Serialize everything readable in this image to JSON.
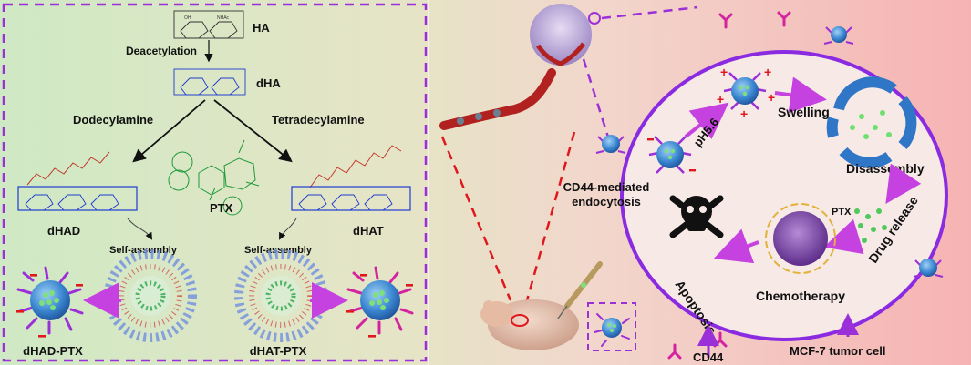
{
  "left_panel": {
    "molecules": {
      "ha": "HA",
      "dha": "dHA",
      "dhad": "dHAD",
      "dhat": "dHAT",
      "ptx": "PTX"
    },
    "steps": {
      "deacetylation": "Deacetylation",
      "dodecylamine": "Dodecylamine",
      "tetradecylamine": "Tetradecylamine",
      "self_assembly_left": "Self-assembly",
      "self_assembly_right": "Self-assembly"
    },
    "products": {
      "dhad_ptx": "dHAD-PTX",
      "dhat_ptx": "dHAT-PTX"
    }
  },
  "right_panel": {
    "ph": "pH5.6",
    "swelling": "Swelling",
    "disassembly": "Disassembly",
    "ptx": "PTX",
    "drug_release": "Drug release",
    "chemotherapy": "Chemotherapy",
    "apoptosis": "Apoptosis",
    "endocytosis_line1": "CD44-mediated",
    "endocytosis_line2": "endocytosis",
    "cd44": "CD44",
    "tumor_cell": "MCF-7 tumor cell"
  },
  "colors": {
    "accent_purple": "#9b2fd8",
    "nanoparticle_blue": "#2f76c6",
    "charge_red": "#e0181e",
    "polymer_blue": "#1e3cd0",
    "alkyl_red": "#c0392b",
    "ptx_green": "#1f9a3a",
    "cd44_magenta": "#d4239e"
  },
  "icons": [
    "skull-crossbones-icon",
    "syringe-icon",
    "mouse-image",
    "tumor-image",
    "blood-vessel-image"
  ]
}
